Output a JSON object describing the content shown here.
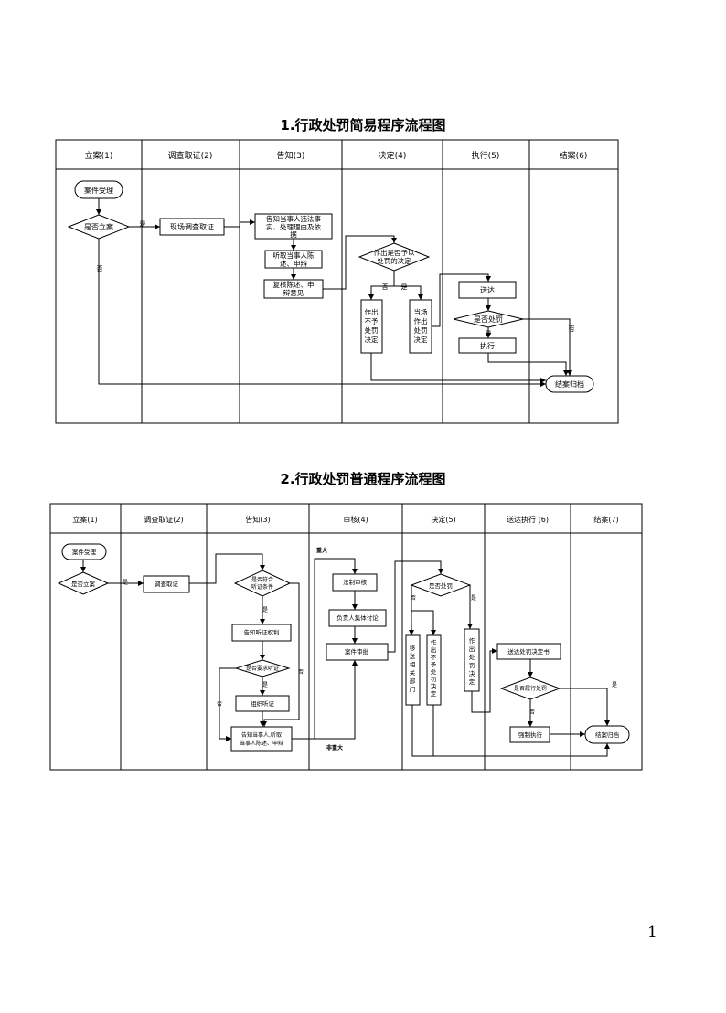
{
  "titles": {
    "simple": "1.行政处罚简易程序流程图",
    "normal": "2.行政处罚普通程序流程图"
  },
  "page_number": "1",
  "simple": {
    "lanes": [
      "立案(1)",
      "调查取证(2)",
      "告知(3)",
      "决定(4)",
      "执行(5)",
      "结案(6)"
    ],
    "nodes": {
      "accept": "案件受理",
      "file_q": "是否立案",
      "onsite": "现场调查取证",
      "inform": [
        "告知当事人违法事",
        "实、处理理由及依",
        "据"
      ],
      "listen": [
        "听取当事人陈",
        "述、申辩"
      ],
      "review": [
        "复核陈述、申",
        "辩意见"
      ],
      "decide_q": [
        "作出是否予以",
        "处罚的决定"
      ],
      "no_penalty": [
        "作出",
        "不予",
        "处罚",
        "决定"
      ],
      "onsite_decide": [
        "当场",
        "作出",
        "处罚",
        "决定"
      ],
      "deliver": "送达",
      "exec_q": "是否处罚",
      "execute": "执行",
      "close": "结案归档"
    },
    "edge_labels": {
      "yes": "是",
      "no": "否"
    }
  },
  "normal": {
    "lanes": [
      "立案(1)",
      "调查取证(2)",
      "告知(3)",
      "审核(4)",
      "决定(5)",
      "送达执行 (6)",
      "结案(7)"
    ],
    "nodes": {
      "accept": "案件受理",
      "file_q": "是否立案",
      "investigate": "调查取证",
      "hearing_q": [
        "是否符合",
        "听证条件"
      ],
      "hearing_right": "告知听证权利",
      "request_q": "是否要求听证",
      "organize": "组织听证",
      "inform": [
        "告知当事人,听取",
        "当事人陈述、申辩"
      ],
      "legal_review": "法制审核",
      "collective": "负责人集体讨论",
      "approve": "案件审批",
      "penalty_q": "是否处罚",
      "transfer": [
        "移",
        "送",
        "相",
        "关",
        "部",
        "门"
      ],
      "no_penalty": [
        "作",
        "出",
        "不",
        "予",
        "处",
        "罚",
        "决",
        "定"
      ],
      "penalty": [
        "作",
        "出",
        "处",
        "罚",
        "决",
        "定"
      ],
      "deliver": "送达处罚决定书",
      "comply_q": "是否履行处罚",
      "enforce": "强制执行",
      "close": "结案归档"
    },
    "edge_labels": {
      "yes": "是",
      "no": "否",
      "major": "重大",
      "non_major": "非重大"
    }
  }
}
